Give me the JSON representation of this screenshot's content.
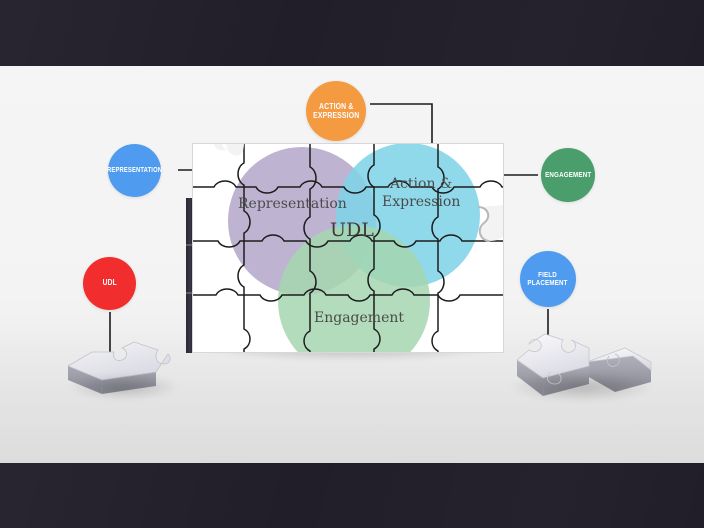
{
  "slide": {
    "background_color": "#f2f2f2",
    "bar_color": "#211d29"
  },
  "callouts": [
    {
      "id": "representation",
      "label": "REPRESENTATION",
      "color": "#4f9bf0"
    },
    {
      "id": "action-expression",
      "label": "ACTION &\nEXPRESSION",
      "color": "#f49a41"
    },
    {
      "id": "engagement",
      "label": "ENGAGEMENT",
      "color": "#4a9e6b"
    },
    {
      "id": "udl",
      "label": "UDL",
      "color": "#f22d2d"
    },
    {
      "id": "field-placement",
      "label": "FIELD\nPLACEMENT",
      "color": "#4f9bf0"
    }
  ],
  "venn": {
    "center_label": "UDL",
    "circles": [
      {
        "id": "representation",
        "label": "Representation",
        "color": "#b6a8cc"
      },
      {
        "id": "action-expression",
        "label": "Action &\nExpression",
        "color": "#7fd4e8"
      },
      {
        "id": "engagement",
        "label": "Engagement",
        "color": "#a5d6b0"
      }
    ]
  },
  "puzzle": {
    "board_color": "#ffffff",
    "piece_outline_color": "#1d1d1d",
    "loose_piece_color": "#e8e8ee"
  }
}
